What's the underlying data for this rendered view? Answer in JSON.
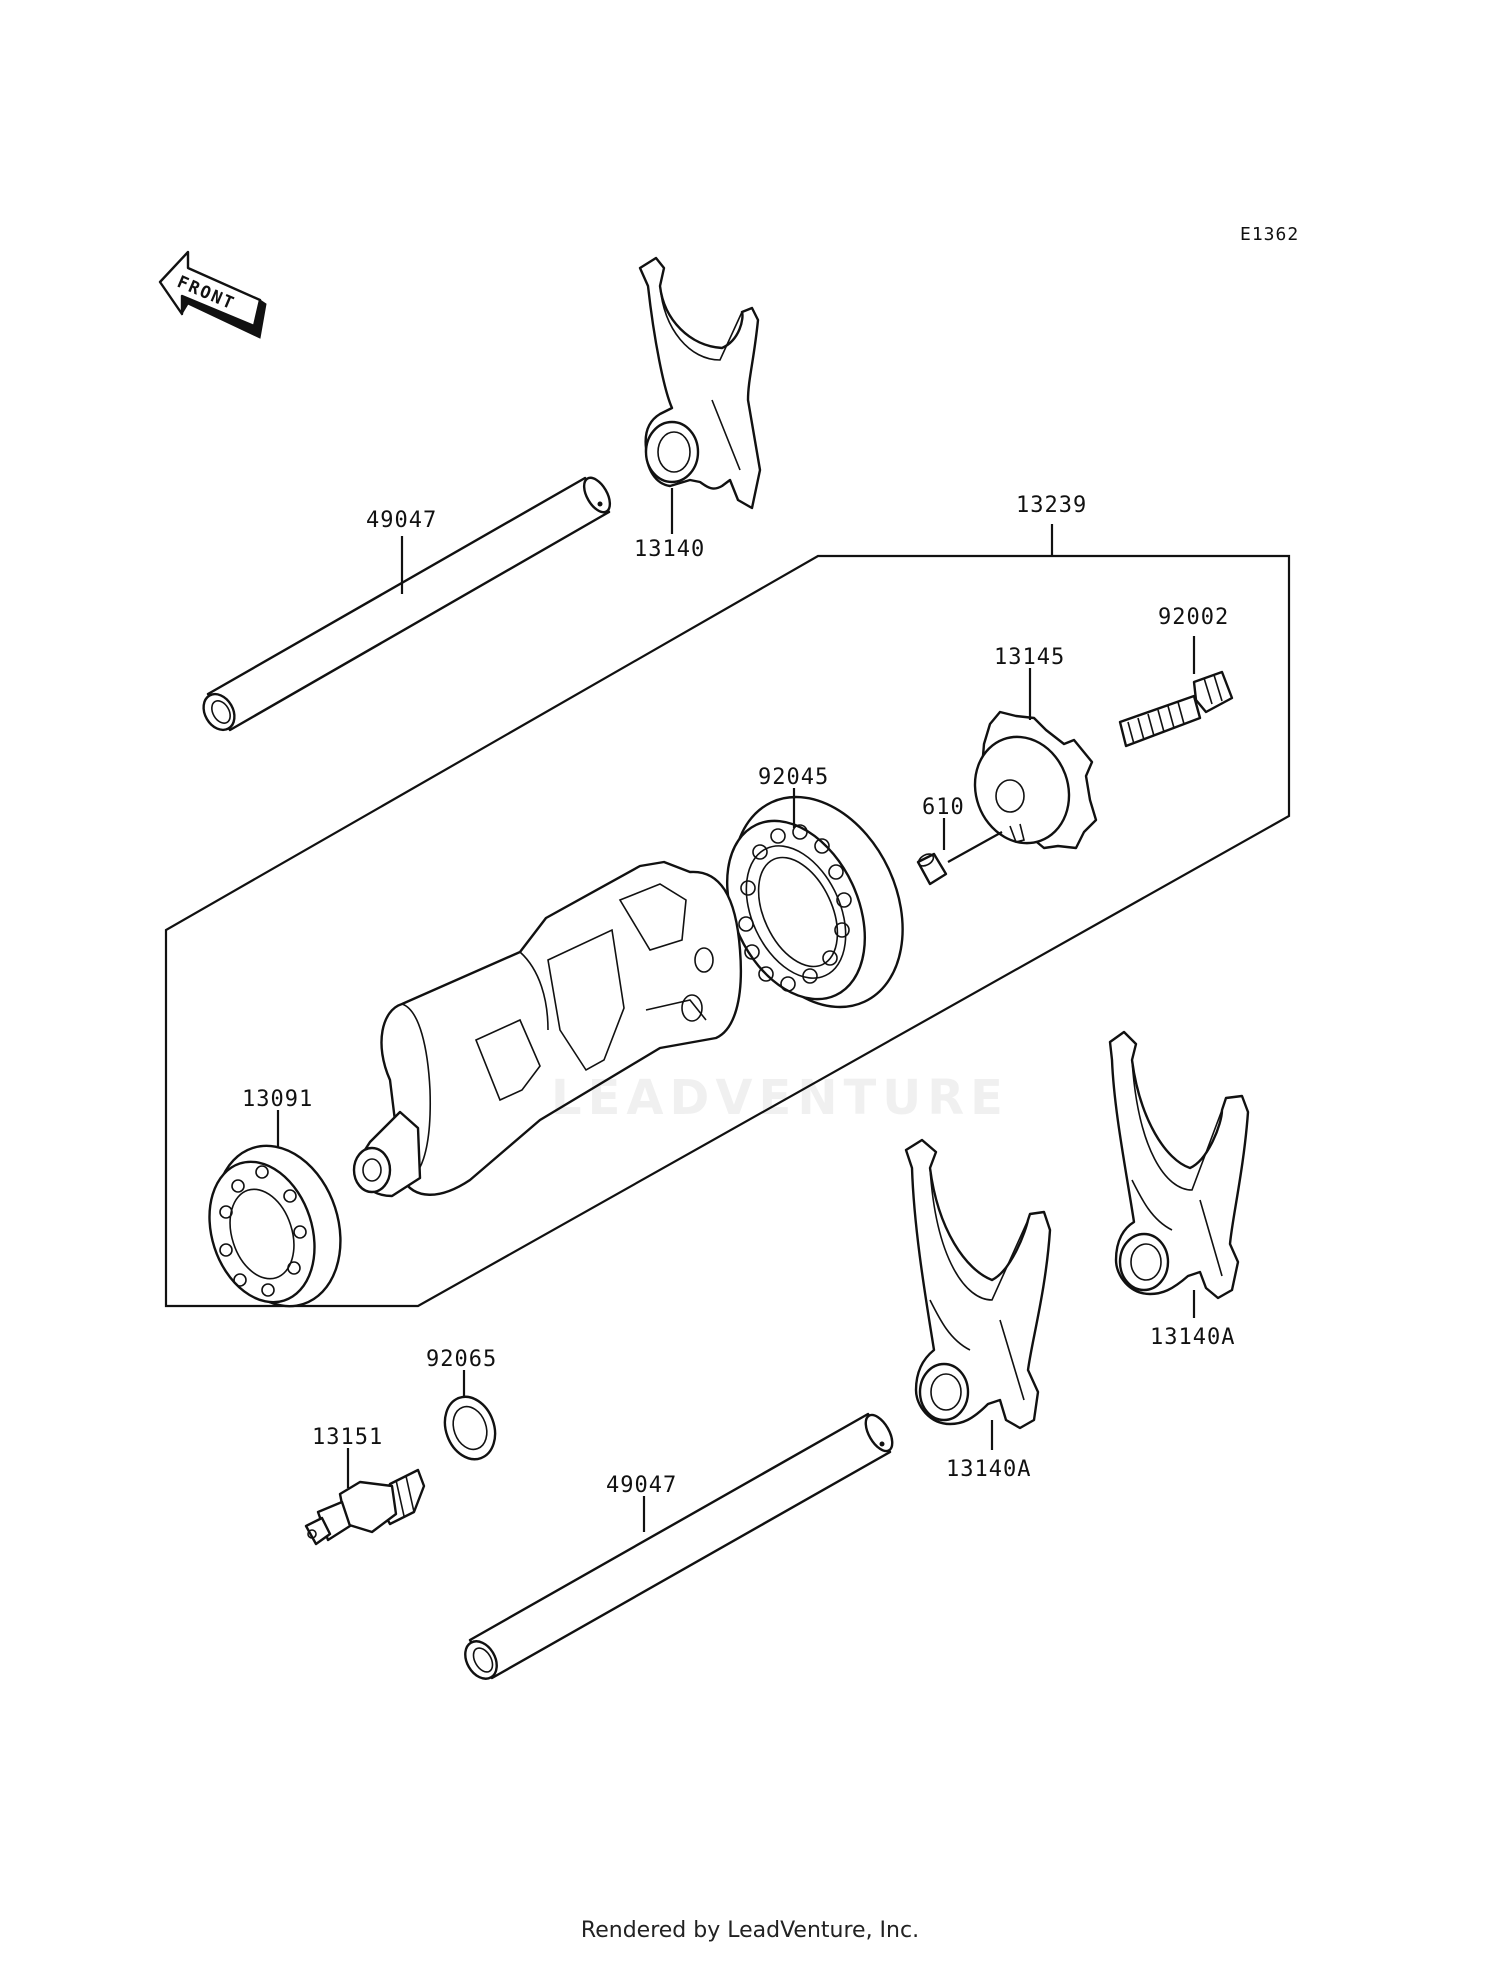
{
  "diagram": {
    "code": "E1362",
    "front_arrow_label": "FRONT",
    "footer": "Rendered by LeadVenture, Inc.",
    "watermark": "LEADVENTURE",
    "callouts": {
      "p49047_top": "49047",
      "p13140": "13140",
      "p13239": "13239",
      "p92002": "92002",
      "p13145": "13145",
      "p92045": "92045",
      "p610": "610",
      "p13091": "13091",
      "p92065": "92065",
      "p13151": "13151",
      "p49047_bottom": "49047",
      "p13140A_mid": "13140A",
      "p13140A_right": "13140A"
    }
  }
}
